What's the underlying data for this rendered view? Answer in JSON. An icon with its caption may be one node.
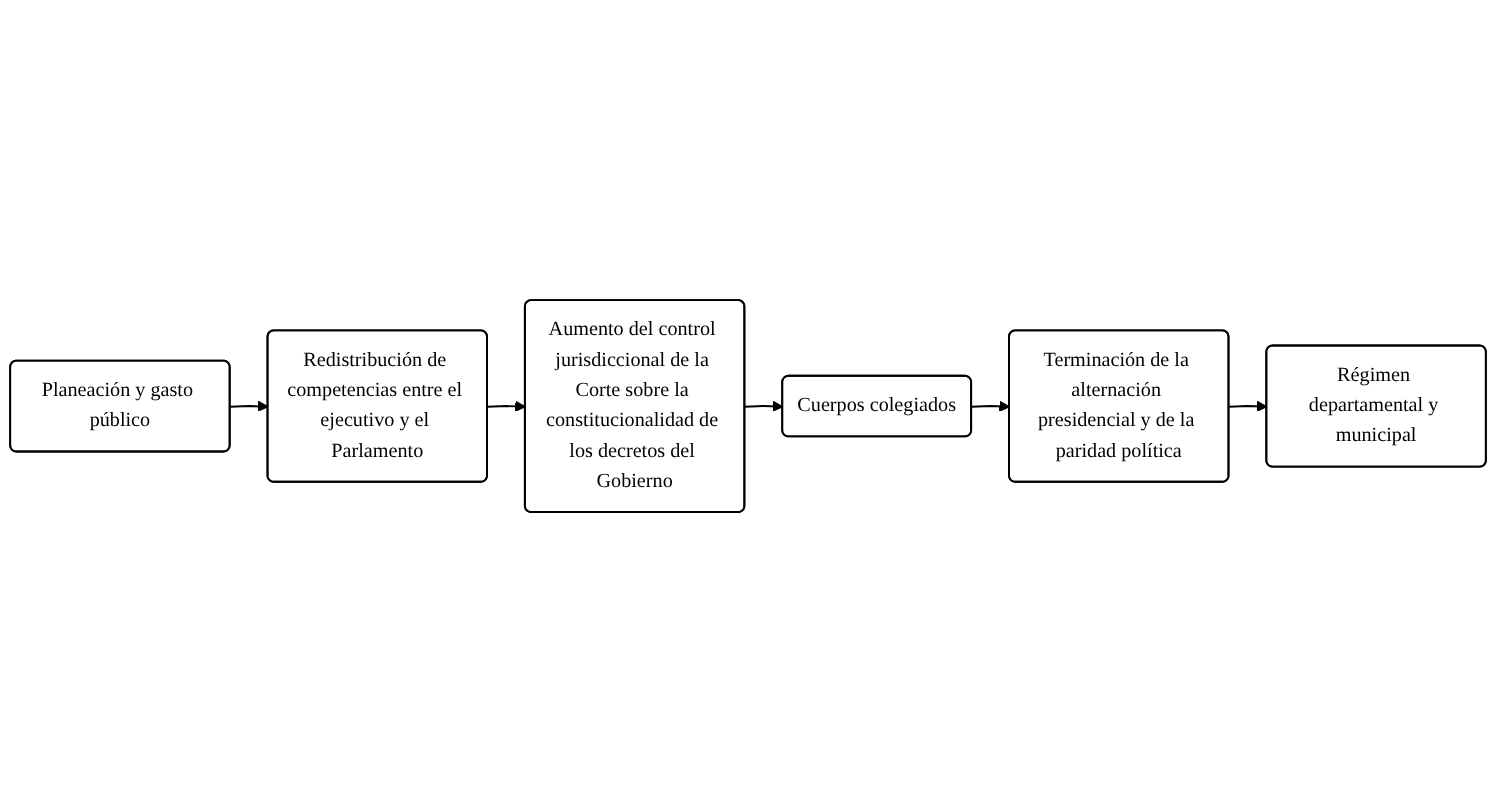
{
  "diagram": {
    "nodes": [
      {
        "text": [
          "Planeación y gasto público"
        ]
      },
      {
        "text": [
          "Redistribución de competencias entre el ejecutivo y el Parlamento"
        ]
      },
      {
        "text": [
          "Aumento del control jurisdiccional de la Corte sobre la constitucionalidad de los decretos del Gobierno"
        ]
      },
      {
        "text": [
          "Cuerpos colegiados"
        ]
      },
      {
        "text": [
          "Terminación de la alternación presidencial y de la paridad política"
        ]
      },
      {
        "text": [
          "Régimen departamental y municipal"
        ]
      }
    ],
    "edges": [
      {
        "from": 0,
        "to": 1,
        "arrow": "to"
      },
      {
        "from": 1,
        "to": 2,
        "arrow": "to"
      },
      {
        "from": 2,
        "to": 3,
        "arrow": "to"
      },
      {
        "from": 3,
        "to": 4,
        "arrow": "to"
      },
      {
        "from": 4,
        "to": 5,
        "arrow": "to"
      }
    ]
  }
}
